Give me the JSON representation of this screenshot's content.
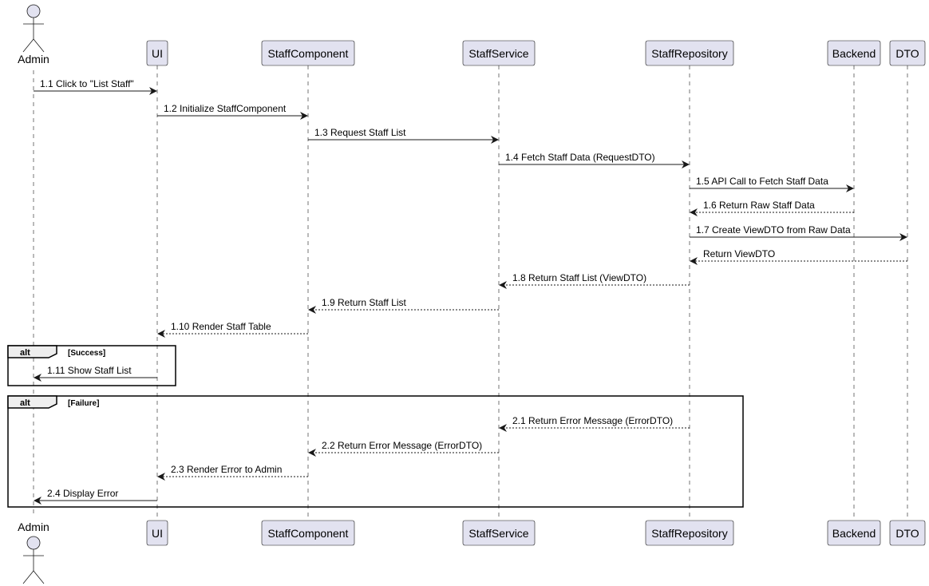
{
  "participants": [
    {
      "id": "admin",
      "label": "Admin",
      "kind": "actor"
    },
    {
      "id": "ui",
      "label": "UI",
      "kind": "box"
    },
    {
      "id": "staffcomponent",
      "label": "StaffComponent",
      "kind": "box"
    },
    {
      "id": "staffservice",
      "label": "StaffService",
      "kind": "box"
    },
    {
      "id": "staffrepository",
      "label": "StaffRepository",
      "kind": "box"
    },
    {
      "id": "backend",
      "label": "Backend",
      "kind": "box"
    },
    {
      "id": "dto",
      "label": "DTO",
      "kind": "box"
    }
  ],
  "messages": [
    {
      "from": "admin",
      "to": "ui",
      "label": "1.1 Click to \"List Staff\"",
      "style": "solid"
    },
    {
      "from": "ui",
      "to": "staffcomponent",
      "label": "1.2 Initialize StaffComponent",
      "style": "solid"
    },
    {
      "from": "staffcomponent",
      "to": "staffservice",
      "label": "1.3 Request Staff List",
      "style": "solid"
    },
    {
      "from": "staffservice",
      "to": "staffrepository",
      "label": "1.4 Fetch Staff Data (RequestDTO)",
      "style": "solid"
    },
    {
      "from": "staffrepository",
      "to": "backend",
      "label": "1.5 API Call to Fetch Staff Data",
      "style": "solid"
    },
    {
      "from": "backend",
      "to": "staffrepository",
      "label": "1.6 Return Raw Staff Data",
      "style": "dashed"
    },
    {
      "from": "staffrepository",
      "to": "dto",
      "label": "1.7 Create ViewDTO from Raw Data",
      "style": "solid"
    },
    {
      "from": "dto",
      "to": "staffrepository",
      "label": "Return ViewDTO",
      "style": "dashed"
    },
    {
      "from": "staffrepository",
      "to": "staffservice",
      "label": "1.8 Return Staff List (ViewDTO)",
      "style": "dashed"
    },
    {
      "from": "staffservice",
      "to": "staffcomponent",
      "label": "1.9 Return Staff List",
      "style": "dashed"
    },
    {
      "from": "staffcomponent",
      "to": "ui",
      "label": "1.10 Render Staff Table",
      "style": "dashed"
    },
    {
      "from": "ui",
      "to": "admin",
      "label": "1.11 Show Staff List",
      "style": "solid"
    },
    {
      "from": "staffrepository",
      "to": "staffservice",
      "label": "2.1 Return Error Message (ErrorDTO)",
      "style": "dashed"
    },
    {
      "from": "staffservice",
      "to": "staffcomponent",
      "label": "2.2 Return Error Message (ErrorDTO)",
      "style": "dashed"
    },
    {
      "from": "staffcomponent",
      "to": "ui",
      "label": "2.3 Render Error to Admin",
      "style": "dashed"
    },
    {
      "from": "ui",
      "to": "admin",
      "label": "2.4 Display Error",
      "style": "solid"
    }
  ],
  "fragments": [
    {
      "keyword": "alt",
      "guard": "[Success]"
    },
    {
      "keyword": "alt",
      "guard": "[Failure]"
    }
  ],
  "colors": {
    "participant_fill": "#E2E2F0",
    "participant_border": "#181818",
    "lifeline": "#181818",
    "arrow": "#181818"
  }
}
